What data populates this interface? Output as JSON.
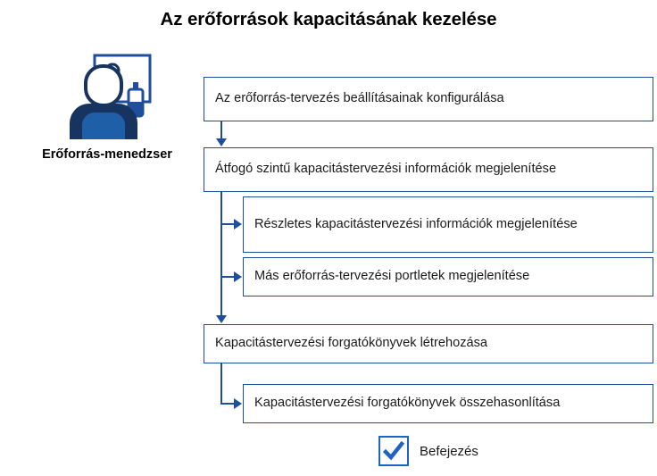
{
  "title": "Az erőforrások kapacitásának kezelése",
  "actor": {
    "label": "Erőforrás-menedzser",
    "icon": "resource-manager-person-icon"
  },
  "colors": {
    "line": "#1f4e9c",
    "box_border": "#1f4e9c",
    "finish_icon": "#1f63c6",
    "actor_primary": "#1f4e9c",
    "actor_dark": "#17335f",
    "background": "#ffffff",
    "text": "#1a1a1a"
  },
  "nodes": [
    {
      "id": "configure",
      "label": "Az erőforrás-tervezés beállításainak konfigurálása"
    },
    {
      "id": "highlevel",
      "label": "Átfogó szintű kapacitástervezési információk megjelenítése"
    },
    {
      "id": "detailed",
      "label": "Részletes kapacitástervezési információk megjelenítése"
    },
    {
      "id": "portlets",
      "label": "Más erőforrás-tervezési portletek megjelenítése"
    },
    {
      "id": "scenarios",
      "label": "Kapacitástervezési forgatókönyvek létrehozása"
    },
    {
      "id": "compare",
      "label": "Kapacitástervezési forgatókönyvek összehasonlítása"
    }
  ],
  "finish": {
    "label": "Befejezés",
    "icon": "checkbox-checked-icon"
  }
}
